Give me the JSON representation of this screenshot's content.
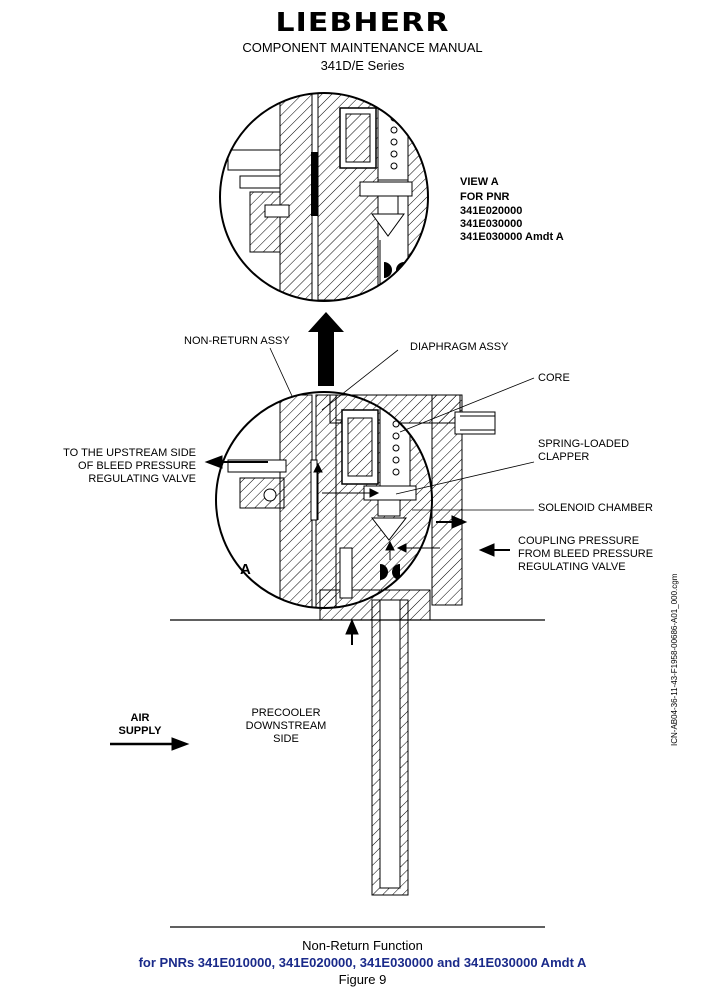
{
  "header": {
    "brand": "LIEBHERR",
    "manual_title": "COMPONENT MAINTENANCE MANUAL",
    "series": "341D/E Series"
  },
  "view": {
    "title": "VIEW A",
    "for_pnr": "FOR PNR",
    "pnrs": [
      "341E020000",
      "341E030000",
      "341E030000 Amdt A"
    ]
  },
  "labels": {
    "non_return_assy": "NON-RETURN ASSY",
    "diaphragm_assy": "DIAPHRAGM ASSY",
    "core": "CORE",
    "upstream_side": [
      "TO THE UPSTREAM SIDE",
      "OF BLEED PRESSURE",
      "REGULATING VALVE"
    ],
    "spring_loaded_clapper": [
      "SPRING-LOADED",
      "CLAPPER"
    ],
    "solenoid_chamber": "SOLENOID CHAMBER",
    "coupling_pressure": [
      "COUPLING PRESSURE",
      "FROM BLEED PRESSURE",
      "REGULATING VALVE"
    ],
    "detail_marker": "A",
    "air_supply": [
      "AIR",
      "SUPPLY"
    ],
    "precooler": [
      "PRECOOLER",
      "DOWNSTREAM",
      "SIDE"
    ]
  },
  "figure_id": "ICN-AB04-36-11-43-F1958-00686-A01_000.cgm",
  "caption": {
    "line1": "Non-Return Function",
    "line2": "for PNRs 341E010000, 341E020000, 341E030000 and 341E030000 Amdt A",
    "line3": "Figure 9"
  }
}
